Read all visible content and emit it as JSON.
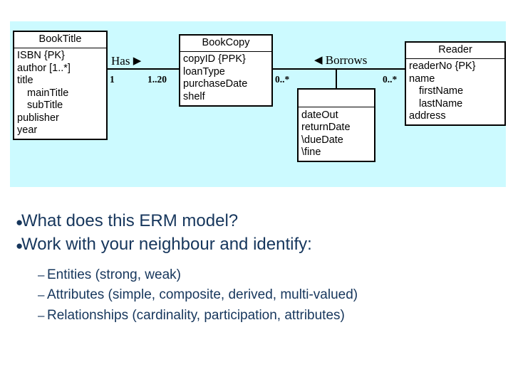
{
  "slide": {
    "panel_background": "#ccfaff",
    "text_color": "#16365c"
  },
  "diagram": {
    "type": "entity-relationship-model",
    "entities": [
      {
        "id": "booktitle",
        "name": "BookTitle",
        "attributes": [
          {
            "text": "ISBN {PK}",
            "indent": false
          },
          {
            "text": "author  [1..*]",
            "indent": false
          },
          {
            "text": "title",
            "indent": false
          },
          {
            "text": "mainTitle",
            "indent": true
          },
          {
            "text": "subTitle",
            "indent": true
          },
          {
            "text": "publisher",
            "indent": false
          },
          {
            "text": "year",
            "indent": false
          }
        ]
      },
      {
        "id": "bookcopy",
        "name": "BookCopy",
        "attributes": [
          {
            "text": "copyID {PPK}",
            "indent": false
          },
          {
            "text": "loanType",
            "indent": false
          },
          {
            "text": "purchaseDate",
            "indent": false
          },
          {
            "text": "shelf",
            "indent": false
          }
        ]
      },
      {
        "id": "loan",
        "name": "",
        "attributes": [
          {
            "text": "dateOut",
            "indent": false
          },
          {
            "text": "returnDate",
            "indent": false
          },
          {
            "text": "\\dueDate",
            "indent": false
          },
          {
            "text": "\\fine",
            "indent": false
          }
        ]
      },
      {
        "id": "reader",
        "name": "Reader",
        "attributes": [
          {
            "text": "readerNo {PK}",
            "indent": false
          },
          {
            "text": "name",
            "indent": false
          },
          {
            "text": "firstName",
            "indent": true
          },
          {
            "text": "lastName",
            "indent": true
          },
          {
            "text": "address",
            "indent": false
          }
        ]
      }
    ],
    "relationships": [
      {
        "id": "has",
        "label": "Has",
        "arrow": "▶",
        "left_cardinality": "1",
        "right_cardinality": "1..20"
      },
      {
        "id": "borrows",
        "label": "Borrows",
        "arrow": "◀",
        "left_cardinality": "0..*",
        "right_cardinality": "0..*"
      }
    ]
  },
  "content": {
    "bullet_marker": "●",
    "sub_marker": "–",
    "bullets": [
      "What does this ERM model?",
      "Work with your neighbour and identify:"
    ],
    "sub_bullets": [
      "Entities (strong, weak)",
      "Attributes (simple, composite, derived, multi-valued)",
      "Relationships (cardinality, participation, attributes)"
    ]
  }
}
